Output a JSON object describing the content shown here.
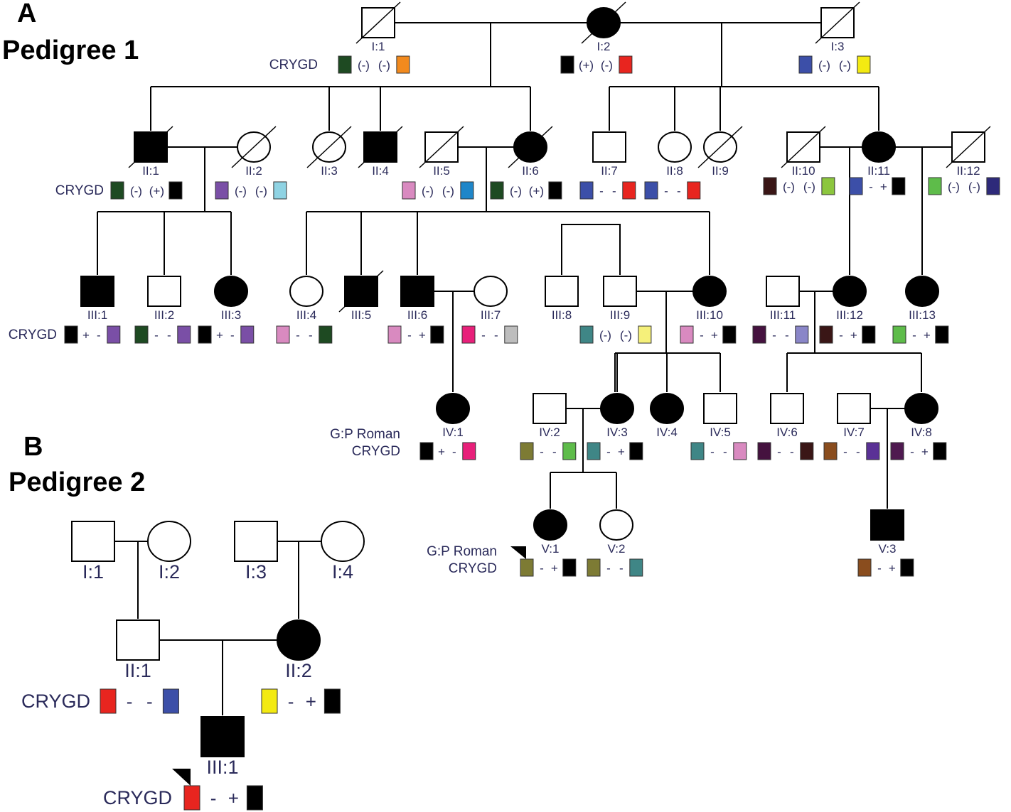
{
  "panels": [
    {
      "letter": "A",
      "title": "Pedigree 1"
    },
    {
      "letter": "B",
      "title": "Pedigree 2"
    }
  ],
  "colors": {
    "black": "#000000",
    "dkgreen": "#1e4a22",
    "orange": "#f28a1e",
    "red": "#e8251f",
    "blue": "#3c4fa8",
    "yellow": "#f3ea12",
    "purple": "#7a4fa6",
    "ltblue": "#8fd3e3",
    "pink": "#d98ac0",
    "cyan": "#1f86c9",
    "maroon": "#3a1616",
    "lime": "#8cc63e",
    "green": "#5ebc4a",
    "navy": "#2e2a7a",
    "magenta": "#e8207a",
    "gray": "#bdbdbd",
    "teal": "#3f8686",
    "paleyellow": "#f5f07a",
    "dkpurple": "#45123f",
    "lavender": "#8a86c8",
    "olive": "#7d7b34",
    "brown": "#8a4d1e",
    "violet": "#5a3196",
    "plum": "#4f1a50"
  },
  "labels": {
    "gene": "CRYGD",
    "haplotype": "G:P Roman"
  },
  "pedigree1": {
    "individuals": [
      {
        "id": "I:1",
        "sex": "M",
        "affected": false,
        "deceased": true,
        "hap": [
          "dkgreen",
          "(-)",
          "(-)",
          "orange"
        ]
      },
      {
        "id": "I:2",
        "sex": "F",
        "affected": true,
        "deceased": true,
        "hap": [
          "black",
          "(+)",
          "(-)",
          "red"
        ]
      },
      {
        "id": "I:3",
        "sex": "M",
        "affected": false,
        "deceased": true,
        "hap": [
          "blue",
          "(-)",
          "(-)",
          "yellow"
        ]
      },
      {
        "id": "II:1",
        "sex": "M",
        "affected": true,
        "deceased": true,
        "hap": [
          "dkgreen",
          "(-)",
          "(+)",
          "black"
        ]
      },
      {
        "id": "II:2",
        "sex": "F",
        "affected": false,
        "deceased": true,
        "hap": [
          "purple",
          "(-)",
          "(-)",
          "ltblue"
        ]
      },
      {
        "id": "II:3",
        "sex": "F",
        "affected": false,
        "deceased": true,
        "hap": []
      },
      {
        "id": "II:4",
        "sex": "M",
        "affected": true,
        "deceased": true,
        "hap": []
      },
      {
        "id": "II:5",
        "sex": "M",
        "affected": false,
        "deceased": true,
        "hap": [
          "pink",
          "(-)",
          "(-)",
          "cyan"
        ]
      },
      {
        "id": "II:6",
        "sex": "F",
        "affected": true,
        "deceased": true,
        "hap": [
          "dkgreen",
          "(-)",
          "(+)",
          "black"
        ]
      },
      {
        "id": "II:7",
        "sex": "M",
        "affected": false,
        "deceased": false,
        "hap": [
          "blue",
          "-",
          "-",
          "red"
        ]
      },
      {
        "id": "II:8",
        "sex": "F",
        "affected": false,
        "deceased": false,
        "hap": [
          "blue",
          "-",
          "-",
          "red"
        ]
      },
      {
        "id": "II:9",
        "sex": "F",
        "affected": false,
        "deceased": true,
        "hap": []
      },
      {
        "id": "II:10",
        "sex": "M",
        "affected": false,
        "deceased": true,
        "hap": [
          "maroon",
          "(-)",
          "(-)",
          "lime"
        ]
      },
      {
        "id": "II:11",
        "sex": "F",
        "affected": true,
        "deceased": false,
        "hap": [
          "blue",
          "-",
          "+",
          "black"
        ]
      },
      {
        "id": "II:12",
        "sex": "M",
        "affected": false,
        "deceased": true,
        "hap": [
          "green",
          "(-)",
          "(-)",
          "navy"
        ]
      },
      {
        "id": "III:1",
        "sex": "M",
        "affected": true,
        "deceased": false,
        "hap": [
          "black",
          "+",
          "-",
          "purple"
        ]
      },
      {
        "id": "III:2",
        "sex": "M",
        "affected": false,
        "deceased": false,
        "hap": [
          "dkgreen",
          "-",
          "-",
          "purple"
        ]
      },
      {
        "id": "III:3",
        "sex": "F",
        "affected": true,
        "deceased": false,
        "hap": [
          "black",
          "+",
          "-",
          "purple"
        ]
      },
      {
        "id": "III:4",
        "sex": "F",
        "affected": false,
        "deceased": false,
        "hap": [
          "pink",
          "-",
          "-",
          "dkgreen"
        ]
      },
      {
        "id": "III:5",
        "sex": "M",
        "affected": true,
        "deceased": true,
        "hap": []
      },
      {
        "id": "III:6",
        "sex": "M",
        "affected": true,
        "deceased": false,
        "hap": [
          "pink",
          "-",
          "+",
          "black"
        ]
      },
      {
        "id": "III:7",
        "sex": "F",
        "affected": false,
        "deceased": false,
        "hap": [
          "magenta",
          "-",
          "-",
          "gray"
        ]
      },
      {
        "id": "III:8",
        "sex": "M",
        "affected": false,
        "deceased": false,
        "hap": []
      },
      {
        "id": "III:9",
        "sex": "M",
        "affected": false,
        "deceased": false,
        "hap": [
          "teal",
          "(-)",
          "(-)",
          "paleyellow"
        ]
      },
      {
        "id": "III:10",
        "sex": "F",
        "affected": true,
        "deceased": false,
        "hap": [
          "pink",
          "-",
          "+",
          "black"
        ]
      },
      {
        "id": "III:11",
        "sex": "M",
        "affected": false,
        "deceased": false,
        "hap": [
          "dkpurple",
          "-",
          "-",
          "lavender"
        ]
      },
      {
        "id": "III:12",
        "sex": "F",
        "affected": true,
        "deceased": false,
        "hap": [
          "maroon",
          "-",
          "+",
          "black"
        ]
      },
      {
        "id": "III:13",
        "sex": "F",
        "affected": true,
        "deceased": false,
        "hap": [
          "green",
          "-",
          "+",
          "black"
        ]
      },
      {
        "id": "IV:1",
        "sex": "F",
        "affected": true,
        "deceased": false,
        "hap": [
          "black",
          "+",
          "-",
          "magenta"
        ]
      },
      {
        "id": "IV:2",
        "sex": "M",
        "affected": false,
        "deceased": false,
        "hap": [
          "olive",
          "-",
          "-",
          "green"
        ]
      },
      {
        "id": "IV:3",
        "sex": "F",
        "affected": true,
        "deceased": false,
        "hap": [
          "teal",
          "-",
          "+",
          "black"
        ]
      },
      {
        "id": "IV:4",
        "sex": "F",
        "affected": true,
        "deceased": false,
        "hap": []
      },
      {
        "id": "IV:5",
        "sex": "M",
        "affected": false,
        "deceased": false,
        "hap": [
          "teal",
          "-",
          "-",
          "pink"
        ]
      },
      {
        "id": "IV:6",
        "sex": "M",
        "affected": false,
        "deceased": false,
        "hap": [
          "dkpurple",
          "-",
          "-",
          "maroon"
        ]
      },
      {
        "id": "IV:7",
        "sex": "M",
        "affected": false,
        "deceased": false,
        "hap": [
          "brown",
          "-",
          "-",
          "violet"
        ]
      },
      {
        "id": "IV:8",
        "sex": "F",
        "affected": true,
        "deceased": false,
        "hap": [
          "plum",
          "-",
          "+",
          "black"
        ]
      },
      {
        "id": "V:1",
        "sex": "F",
        "affected": true,
        "deceased": false,
        "proband": true,
        "hap": [
          "olive",
          "-",
          "+",
          "black"
        ]
      },
      {
        "id": "V:2",
        "sex": "F",
        "affected": false,
        "deceased": false,
        "hap": [
          "olive",
          "-",
          "-",
          "teal"
        ]
      },
      {
        "id": "V:3",
        "sex": "M",
        "affected": true,
        "deceased": false,
        "hap": [
          "brown",
          "-",
          "+",
          "black"
        ]
      }
    ]
  },
  "pedigree2": {
    "individuals": [
      {
        "id": "I:1",
        "sex": "M",
        "affected": false,
        "hap": []
      },
      {
        "id": "I:2",
        "sex": "F",
        "affected": false,
        "hap": []
      },
      {
        "id": "I:3",
        "sex": "M",
        "affected": false,
        "hap": []
      },
      {
        "id": "I:4",
        "sex": "F",
        "affected": false,
        "hap": []
      },
      {
        "id": "II:1",
        "sex": "M",
        "affected": false,
        "hap": [
          "red",
          "-",
          "-",
          "blue"
        ]
      },
      {
        "id": "II:2",
        "sex": "F",
        "affected": true,
        "hap": [
          "yellow",
          "-",
          "+",
          "black"
        ]
      },
      {
        "id": "III:1",
        "sex": "M",
        "affected": true,
        "proband": true,
        "hap": [
          "red",
          "-",
          "+",
          "black"
        ]
      }
    ]
  }
}
